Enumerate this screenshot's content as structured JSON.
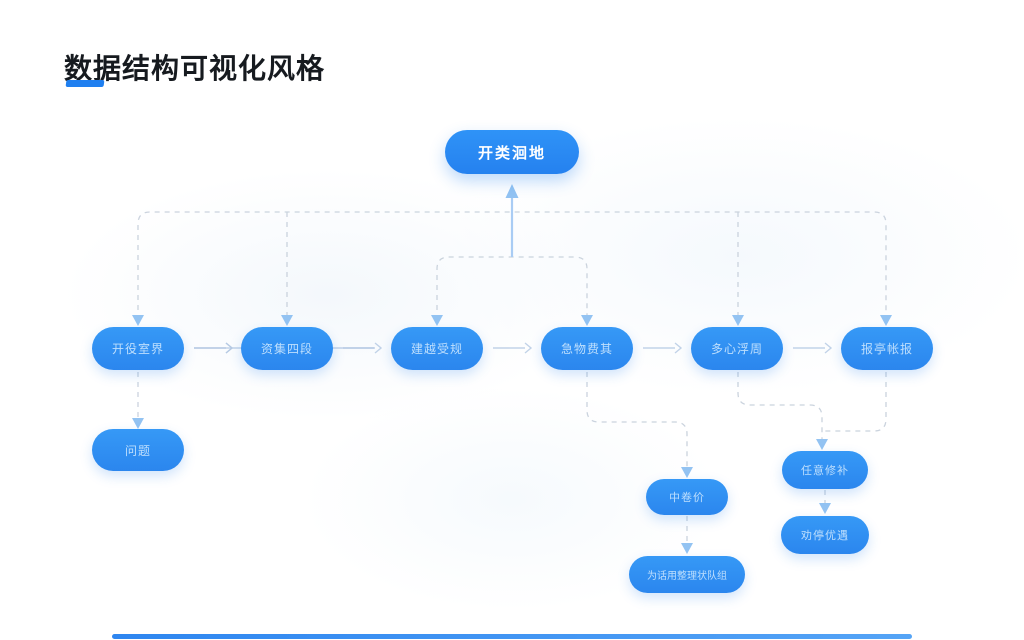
{
  "page": {
    "title": "数据结构可视化风格"
  },
  "colors": {
    "accent": "#1f7ff0",
    "node_fill": "#2e8cf1",
    "node_label": "#d6ecff",
    "top_node_label": "#ffffff",
    "connector_dash": "#c8d1dc",
    "arrowhead": "#93c3f2"
  },
  "diagram": {
    "top_node": {
      "label": "开类洄地"
    },
    "row_nodes": [
      {
        "label": "开役室界"
      },
      {
        "label": "资集四段"
      },
      {
        "label": "建越受规"
      },
      {
        "label": "急物费其"
      },
      {
        "label": "多心浮周"
      },
      {
        "label": "报亭帐报"
      }
    ],
    "sub_nodes": {
      "problem": {
        "label": "问题"
      },
      "mid": {
        "label": "中卷价"
      },
      "mid_bottom": {
        "label": "为话用整理状队组"
      },
      "right_top": {
        "label": "任意修补"
      },
      "right_bottom": {
        "label": "劝停优遇"
      }
    }
  }
}
